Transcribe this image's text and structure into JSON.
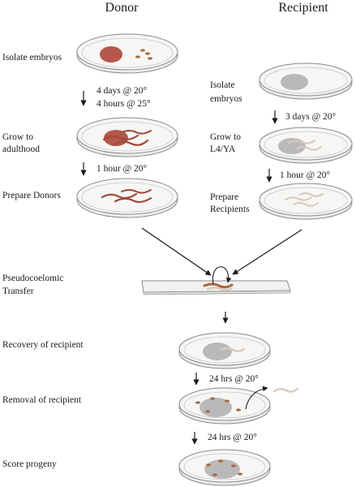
{
  "headers": {
    "donor": "Donor",
    "recipient": "Recipient"
  },
  "donor_steps": {
    "isolate": "Isolate embryos",
    "grow_line1": "Grow to",
    "grow_line2": "adulthood",
    "prepare": "Prepare Donors"
  },
  "donor_conditions": {
    "c1_line1": "4 days @ 20°",
    "c1_line2": "4 hours @ 25°",
    "c2": "1 hour @ 20°"
  },
  "recipient_steps": {
    "isolate_line1": "Isolate",
    "isolate_line2": "embryos",
    "grow_line1": "Grow to",
    "grow_line2": "L4/YA",
    "prepare_line1": "Prepare",
    "prepare_line2": "Recipients"
  },
  "recipient_conditions": {
    "c1": "3 days @ 20°",
    "c2": "1 hour @ 20°"
  },
  "combined_steps": {
    "transfer_line1": "Pseudocoelomic",
    "transfer_line2": "Transfer",
    "recovery": "Recovery of recipient",
    "removal": "Removal of recipient",
    "score": "Score progeny"
  },
  "combined_conditions": {
    "c1": "24 hrs @ 20°",
    "c2": "24 hrs @ 20°"
  },
  "colors": {
    "donor_tissue": "#b5574a",
    "recipient_tissue": "#b9b9bb",
    "progeny": "#a9683a",
    "dish_rim": "#8a8a8a",
    "dish_fill": "#f4f4f2"
  }
}
